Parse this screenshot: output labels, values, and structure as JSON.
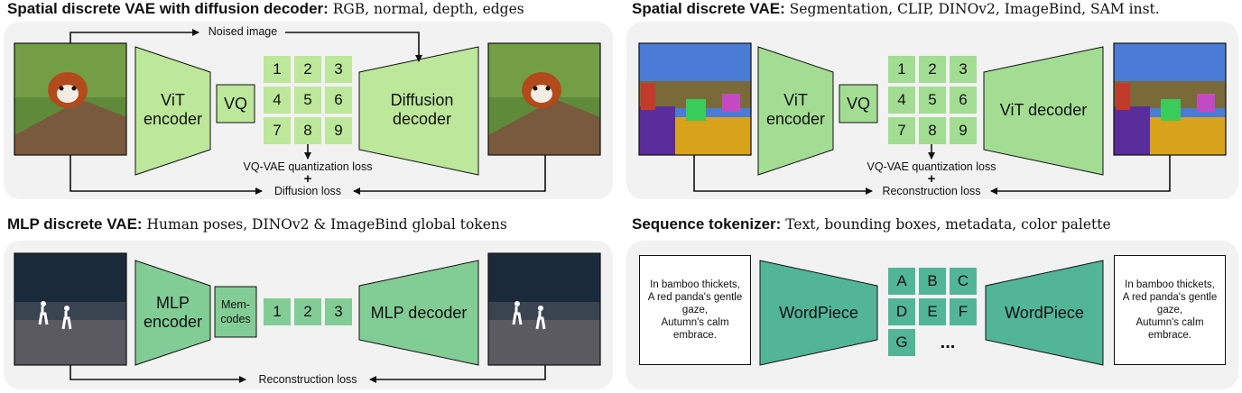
{
  "colors": {
    "light_green": "#bde79a",
    "mid_green": "#a3dd93",
    "token_light": "#bfe89c",
    "mlp_green": "#82cc95",
    "token_mlp": "#8fd19f",
    "seq_green": "#52b596",
    "token_seq": "#5fbf9f",
    "panel_bg": "#f2f2f2",
    "arrow": "#111111"
  },
  "panel1": {
    "title_bold": "Spatial discrete VAE with diffusion decoder:",
    "title_rest": " RGB, normal, depth, edges",
    "encoder_label": "ViT\nencoder",
    "vq_label": "VQ",
    "tokens": [
      "1",
      "2",
      "3",
      "4",
      "5",
      "6",
      "7",
      "8",
      "9"
    ],
    "decoder_label": "Diffusion\ndecoder",
    "noised_label": "Noised image",
    "loss1": "VQ-VAE quantization loss",
    "plus": "+",
    "loss2": "Diffusion loss"
  },
  "panel2": {
    "title_bold": "Spatial discrete VAE:",
    "title_rest": " Segmentation, CLIP, DINOv2, ImageBind, SAM inst.",
    "encoder_label": "ViT\nencoder",
    "vq_label": "VQ",
    "tokens": [
      "1",
      "2",
      "3",
      "4",
      "5",
      "6",
      "7",
      "8",
      "9"
    ],
    "decoder_label": "ViT decoder",
    "loss1": "VQ-VAE quantization loss",
    "plus": "+",
    "loss2": "Reconstruction loss"
  },
  "panel3": {
    "title_bold": "MLP discrete VAE:",
    "title_rest": " Human poses, DINOv2 & ImageBind global tokens",
    "encoder_label": "MLP\nencoder",
    "mem_label": "Mem-\ncodes",
    "tokens": [
      "1",
      "2",
      "3"
    ],
    "decoder_label": "MLP decoder",
    "loss": "Reconstruction loss"
  },
  "panel4": {
    "title_bold": "Sequence tokenizer:",
    "title_rest": " Text, bounding boxes, metadata, color palette",
    "input_text": "In bamboo thickets,\nA red panda's gentle\ngaze,\nAutumn's calm\nembrace.",
    "encoder_label": "WordPiece",
    "tokens": [
      "A",
      "B",
      "C",
      "D",
      "E",
      "F",
      "G"
    ],
    "ellipsis": "...",
    "decoder_label": "WordPiece",
    "output_text": "In bamboo thickets,\nA red panda's gentle\ngaze,\nAutumn's calm\nembrace."
  }
}
